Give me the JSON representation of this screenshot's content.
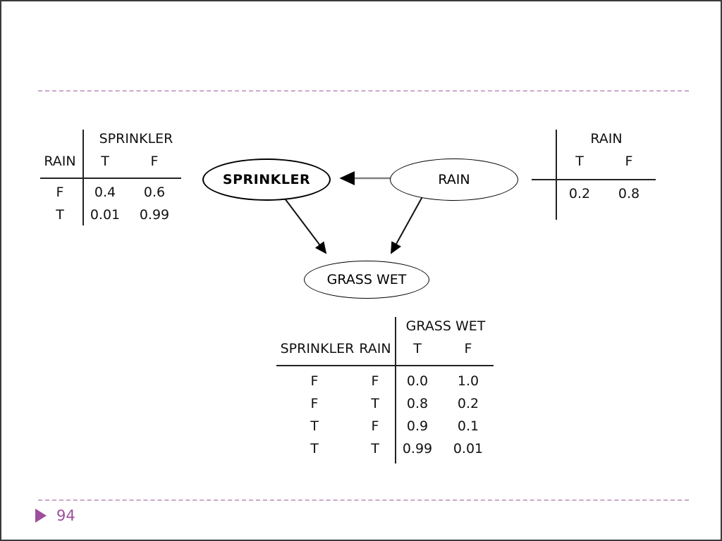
{
  "slide": {
    "page_number": "94",
    "accent_color": "#9c4f9c",
    "rule_color": "#c9a9c9",
    "bullet_icon": "triangle-right-icon"
  },
  "network": {
    "nodes": [
      {
        "id": "sprinkler",
        "label": "SPRINKLER",
        "emphasis": "bold"
      },
      {
        "id": "rain",
        "label": "RAIN",
        "emphasis": "normal"
      },
      {
        "id": "grass_wet",
        "label": "GRASS WET",
        "emphasis": "normal"
      }
    ],
    "edges": [
      {
        "from": "RAIN",
        "to": "SPRINKLER",
        "color": "#808080"
      },
      {
        "from": "SPRINKLER",
        "to": "GRASS WET",
        "color": "#000000"
      },
      {
        "from": "RAIN",
        "to": "GRASS WET",
        "color": "#000000"
      }
    ]
  },
  "tables": {
    "sprinkler": {
      "name": "sprinkler-cpt",
      "child_header": "SPRINKLER",
      "parent_header": "RAIN",
      "value_columns": [
        "T",
        "F"
      ],
      "rows": [
        {
          "parent": "F",
          "values": [
            "0.4",
            "0.6"
          ]
        },
        {
          "parent": "T",
          "values": [
            "0.01",
            "0.99"
          ]
        }
      ]
    },
    "rain": {
      "name": "rain-cpt",
      "child_header": "RAIN",
      "value_columns": [
        "T",
        "F"
      ],
      "rows": [
        {
          "values": [
            "0.2",
            "0.8"
          ]
        }
      ]
    },
    "grass_wet": {
      "name": "grass-wet-cpt",
      "child_header": "GRASS WET",
      "parent_headers": [
        "SPRINKLER",
        "RAIN"
      ],
      "value_columns": [
        "T",
        "F"
      ],
      "rows": [
        {
          "parents": [
            "F",
            "F"
          ],
          "values": [
            "0.0",
            "1.0"
          ]
        },
        {
          "parents": [
            "F",
            "T"
          ],
          "values": [
            "0.8",
            "0.2"
          ]
        },
        {
          "parents": [
            "T",
            "F"
          ],
          "values": [
            "0.9",
            "0.1"
          ]
        },
        {
          "parents": [
            "T",
            "T"
          ],
          "values": [
            "0.99",
            "0.01"
          ]
        }
      ]
    }
  }
}
